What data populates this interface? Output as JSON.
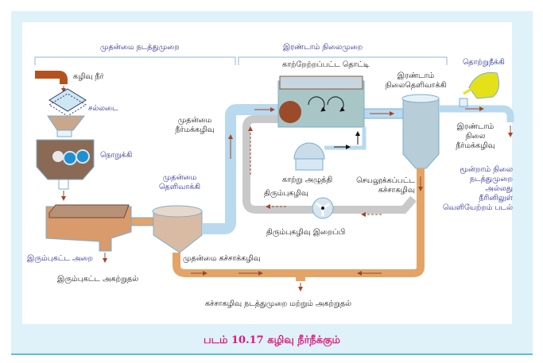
{
  "headers": {
    "primary": "முதன்மை நடத்துமுறை",
    "secondary": "இரண்டாம் நிலைமுறை"
  },
  "labels": {
    "sewage": "கழிவு நீர்",
    "screen": "சல்லடை",
    "grinder": "நொறுக்கி",
    "grit_chamber": "இரும்புகட்ட அறை",
    "grit_removal": "இரும்புகட்ட அகற்றுதல்",
    "primary_clarifier": [
      "முதன்மை",
      "தெளிவாக்கி"
    ],
    "primary_effluent": [
      "முதன்மை",
      "நீர்மக்கழிவு"
    ],
    "aeration_tank": "காற்றேற்றப்பட்ட தொட்டி",
    "air_compressor": "காற்று அழுத்தி",
    "secondary_clarifier": [
      "இரண்டாம்",
      "நிலைதெளிவாக்கி"
    ],
    "disinfectant": "தொற்றுநீக்கி",
    "secondary_effluent": [
      "இரண்டாம்",
      "நிலை",
      "நீர்மக்கழிவு"
    ],
    "tertiary": [
      "மூன்றாம் நிலை",
      "நடத்துமுறை",
      "அல்லது",
      "நீரினிலுள்",
      "வெளியேற்றம் படல்"
    ],
    "return_sludge": "திரும்புகழிவு",
    "activated_sludge": [
      "செயலூக்கப்பட்ட",
      "கச்சாகழிவு"
    ],
    "return_pump": "திரும்புகழிவு இறைப்பி",
    "primary_sludge": "முதன்மை கச்சாக்கழிவு",
    "sludge_processing": "கச்சாகழிவு நடத்துமுறை மற்றும் அகற்றுதல்"
  },
  "caption": "படம் 10.17 கழிவு நீர்நீக்கும்",
  "colors": {
    "caption": "#e0157c",
    "pipe_blue": "#b9d9ee",
    "pipe_orange": "#e3a468",
    "sewage": "#b4521f",
    "label_blue": "#2a2f8f"
  }
}
